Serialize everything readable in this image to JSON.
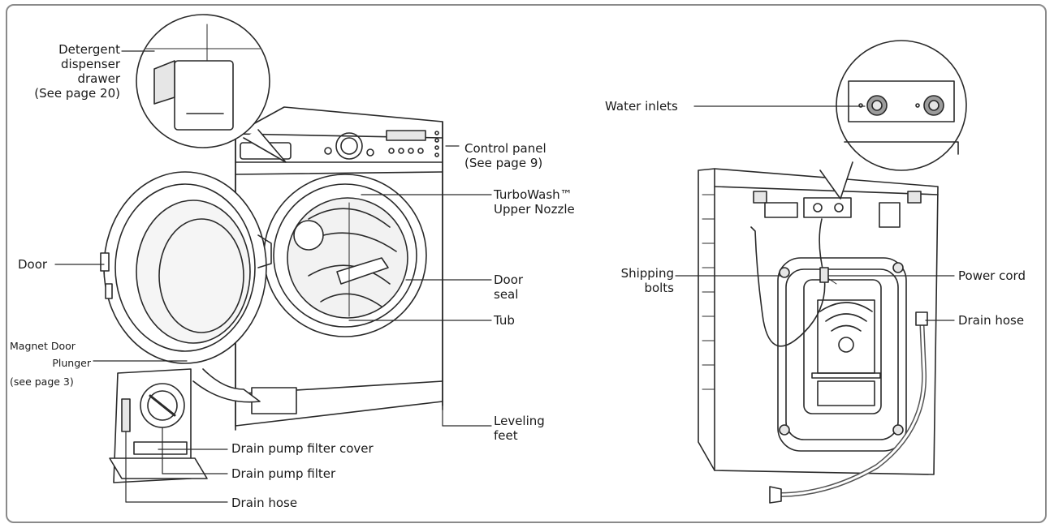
{
  "colors": {
    "line": "#2a2a2a",
    "frame": "#8a8a8a",
    "shade": "#e6e6e6"
  },
  "front_labels": {
    "detergent": [
      "Detergent",
      "dispenser",
      "drawer",
      "(See page 20)"
    ],
    "control_panel": [
      "Control panel",
      "(See page 9)"
    ],
    "turbowash": [
      "TurboWash™",
      "Upper Nozzle"
    ],
    "door": "Door",
    "door_seal": [
      "Door",
      "seal"
    ],
    "tub": "Tub",
    "magnet_plunger": [
      "Magnet Door",
      "Plunger",
      "(see page 3)"
    ],
    "leveling_feet": [
      "Leveling",
      "feet"
    ],
    "drain_pump_filter_cover": "Drain pump filter cover",
    "drain_pump_filter": "Drain pump filter",
    "drain_hose_front": "Drain hose"
  },
  "rear_labels": {
    "water_inlets": "Water inlets",
    "shipping_bolts": [
      "Shipping",
      "bolts"
    ],
    "power_cord": "Power cord",
    "drain_hose_rear": "Drain hose"
  }
}
